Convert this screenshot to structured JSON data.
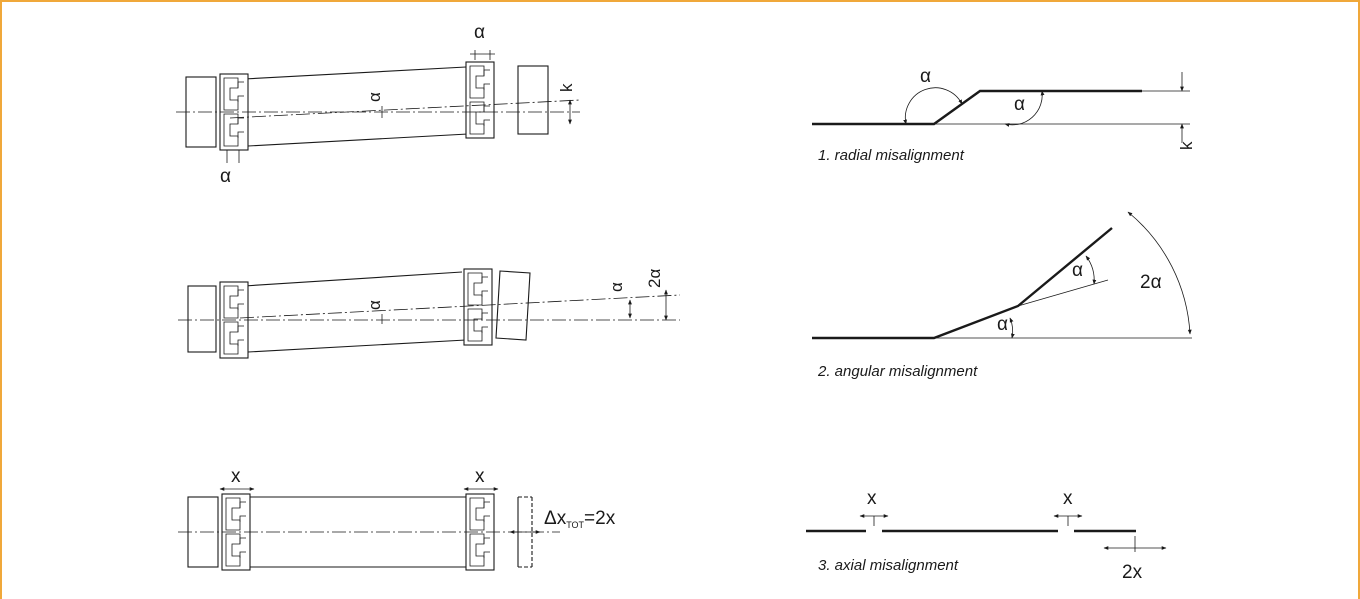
{
  "labels": {
    "alpha": "α",
    "two_alpha": "2α",
    "k": "k",
    "x": "x",
    "two_x": "2x",
    "delta_x_prefix": "Δx",
    "delta_x_sub": "TOT",
    "delta_x_suffix": "=2x"
  },
  "captions": {
    "radial": "1. radial misalignment",
    "angular": "2. angular misalignment",
    "axial": "3. axial misalignment"
  },
  "colors": {
    "frame_border": "#f0a83a",
    "line": "#1a1a1a"
  }
}
